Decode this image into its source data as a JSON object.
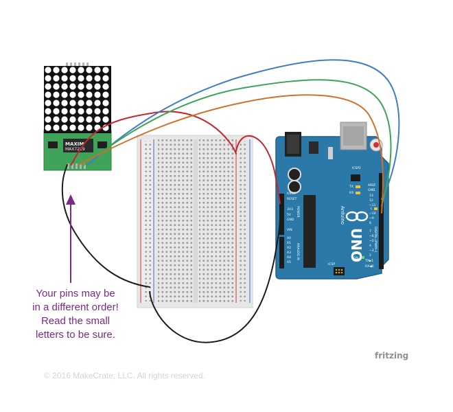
{
  "note": {
    "lines": [
      "Your pins may be",
      "in a different order!",
      "Read the small",
      "letters to be sure."
    ]
  },
  "matrix_module": {
    "chip_brand": "MAXIM",
    "chip_part": "MAX7219"
  },
  "arduino": {
    "model": "UNO",
    "brand": "Arduino",
    "labels": {
      "icsp": "ICSP",
      "icsp2": "ICSP2",
      "aref": "AREF",
      "gnd": "GND",
      "tx": "TX",
      "rx": "RX",
      "l": "L",
      "on": "ON",
      "tx_pin": "TX▶1",
      "rx_pin": "RX◀0",
      "digital": "DIGITAL (PWM~)",
      "power": "POWER",
      "analog_in": "ANALOG IN",
      "ioref": "IOREF",
      "reset": "RESET",
      "v33": "3V3",
      "v5": "5V",
      "gnd_power": "GND",
      "vin": "VIN",
      "a_pins": [
        "A0",
        "A1",
        "A2",
        "A3",
        "A4",
        "A5"
      ],
      "d_pins": [
        "13",
        "12",
        "~11",
        "~10",
        "~9",
        "8",
        "7",
        "~6",
        "~5",
        "4",
        "~3",
        "2"
      ]
    }
  },
  "wire_colors": {
    "red": "#c4262e",
    "black": "#1b1b1b",
    "blue": "#3f7ec2",
    "green": "#3aa556",
    "orange": "#d2702a"
  },
  "brand": "fritzing",
  "copyright": "© 2016 MakeCrate, LLC.  All rights reserved."
}
